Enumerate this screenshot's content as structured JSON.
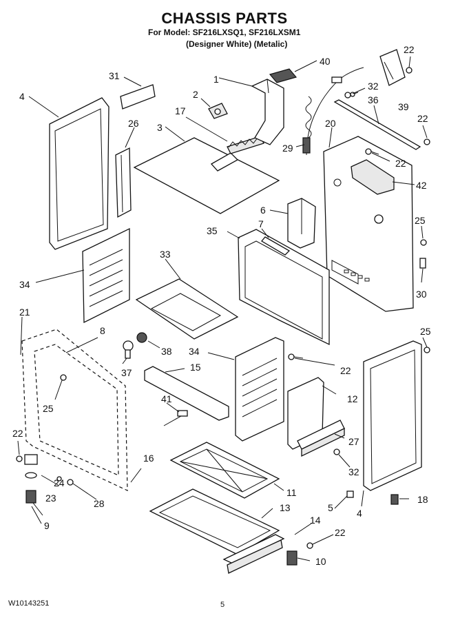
{
  "header": {
    "title": "CHASSIS PARTS",
    "model_line": "For Model: SF216LXSQ1, SF216LXSM1",
    "variant_line": "(Designer White)   (Metalic)"
  },
  "footer": {
    "doc_number": "W10143251",
    "page_number": "5"
  },
  "callouts": {
    "c1": "1",
    "c2": "2",
    "c3": "3",
    "c4a": "4",
    "c4b": "4",
    "c5": "5",
    "c6": "6",
    "c7": "7",
    "c8": "8",
    "c9": "9",
    "c10": "10",
    "c11": "11",
    "c12": "12",
    "c13": "13",
    "c14": "14",
    "c15": "15",
    "c16": "16",
    "c17": "17",
    "c18": "18",
    "c20": "20",
    "c21": "21",
    "c22a": "22",
    "c22b": "22",
    "c22c": "22",
    "c22d": "22",
    "c22e": "22",
    "c22f": "22",
    "c23": "23",
    "c24": "24",
    "c25a": "25",
    "c25b": "25",
    "c25c": "25",
    "c26": "26",
    "c27": "27",
    "c28": "28",
    "c29": "29",
    "c30": "30",
    "c31": "31",
    "c32a": "32",
    "c32b": "32",
    "c33": "33",
    "c34a": "34",
    "c34b": "34",
    "c35": "35",
    "c36": "36",
    "c37": "37",
    "c38": "38",
    "c39": "39",
    "c40": "40",
    "c41": "41",
    "c42": "42"
  }
}
